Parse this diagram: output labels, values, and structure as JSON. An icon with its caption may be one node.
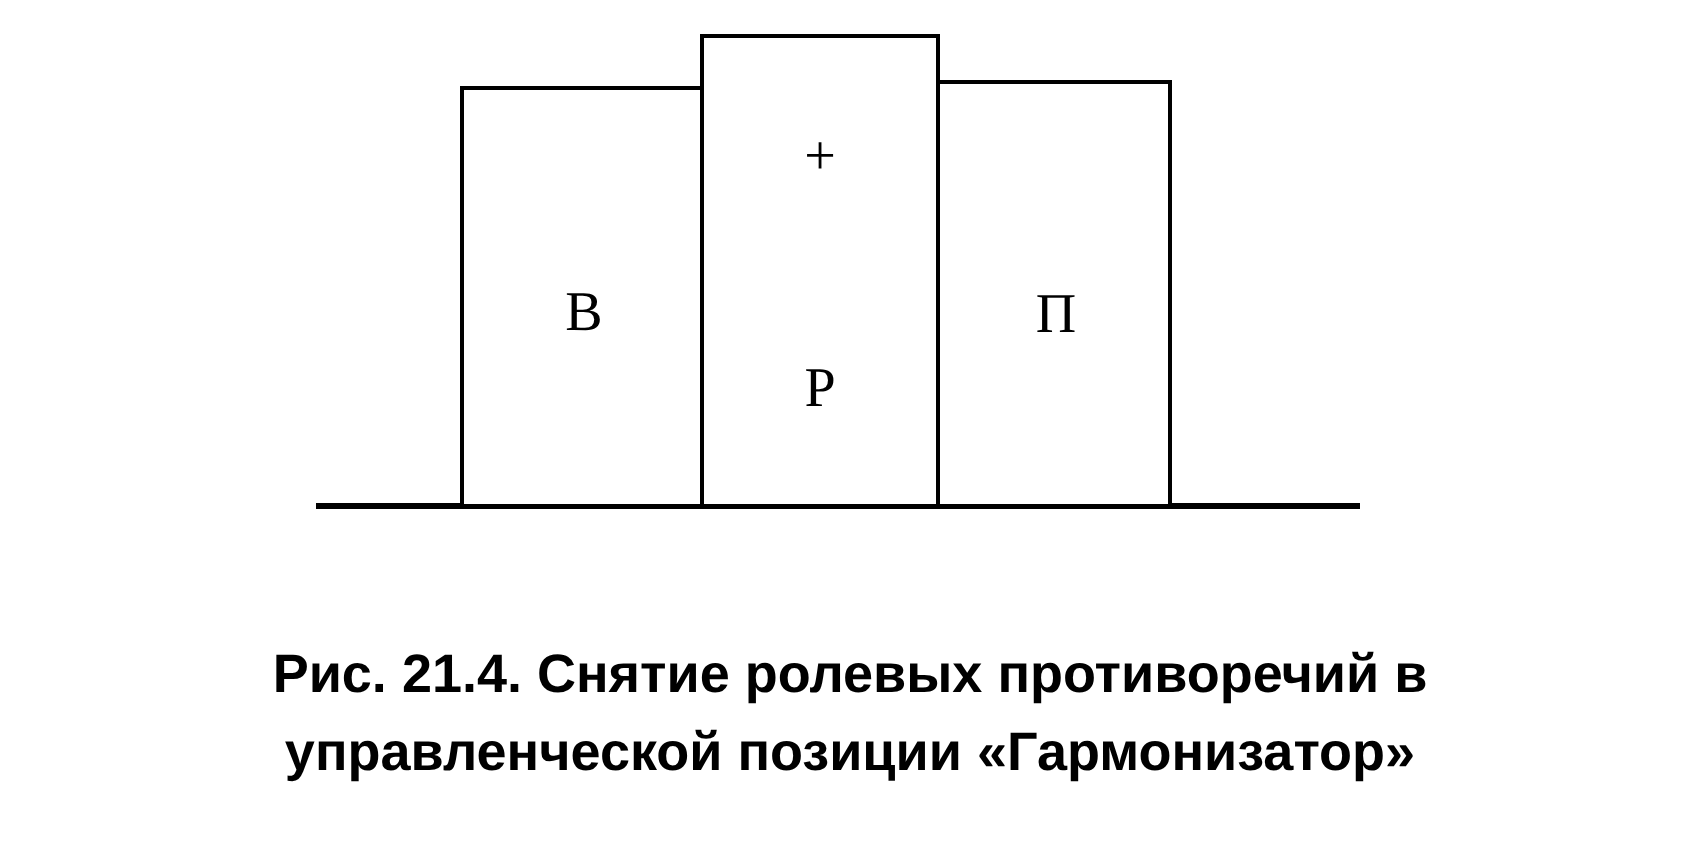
{
  "diagram": {
    "caption": "Рис. 21.4. Снятие ролевых противоречий в управленческой позиции «Гармонизатор»",
    "nodes": [
      {
        "text": [
          "В"
        ]
      },
      {
        "text": [
          "+",
          "Р"
        ]
      },
      {
        "text": [
          "П"
        ]
      }
    ],
    "edges": []
  }
}
